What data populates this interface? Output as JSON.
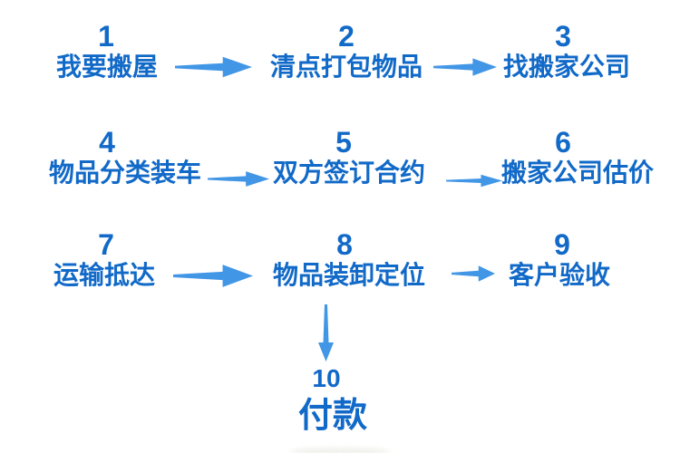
{
  "diagram": {
    "type": "flowchart",
    "language": "zh",
    "background_color": "#ffffff"
  },
  "colors": {
    "step_text": "#1169c8",
    "arrow": "#4296e6"
  },
  "steps": [
    {
      "number": "1",
      "label": "我要搬屋"
    },
    {
      "number": "2",
      "label": "清点打包物品"
    },
    {
      "number": "3",
      "label": "找搬家公司"
    },
    {
      "number": "4",
      "label": "物品分类装车"
    },
    {
      "number": "5",
      "label": "双方签订合约"
    },
    {
      "number": "6",
      "label": "搬家公司估价"
    },
    {
      "number": "7",
      "label": "运输抵达"
    },
    {
      "number": "8",
      "label": "物品装卸定位"
    },
    {
      "number": "9",
      "label": "客户验收"
    },
    {
      "number": "10",
      "label": "付款"
    }
  ]
}
